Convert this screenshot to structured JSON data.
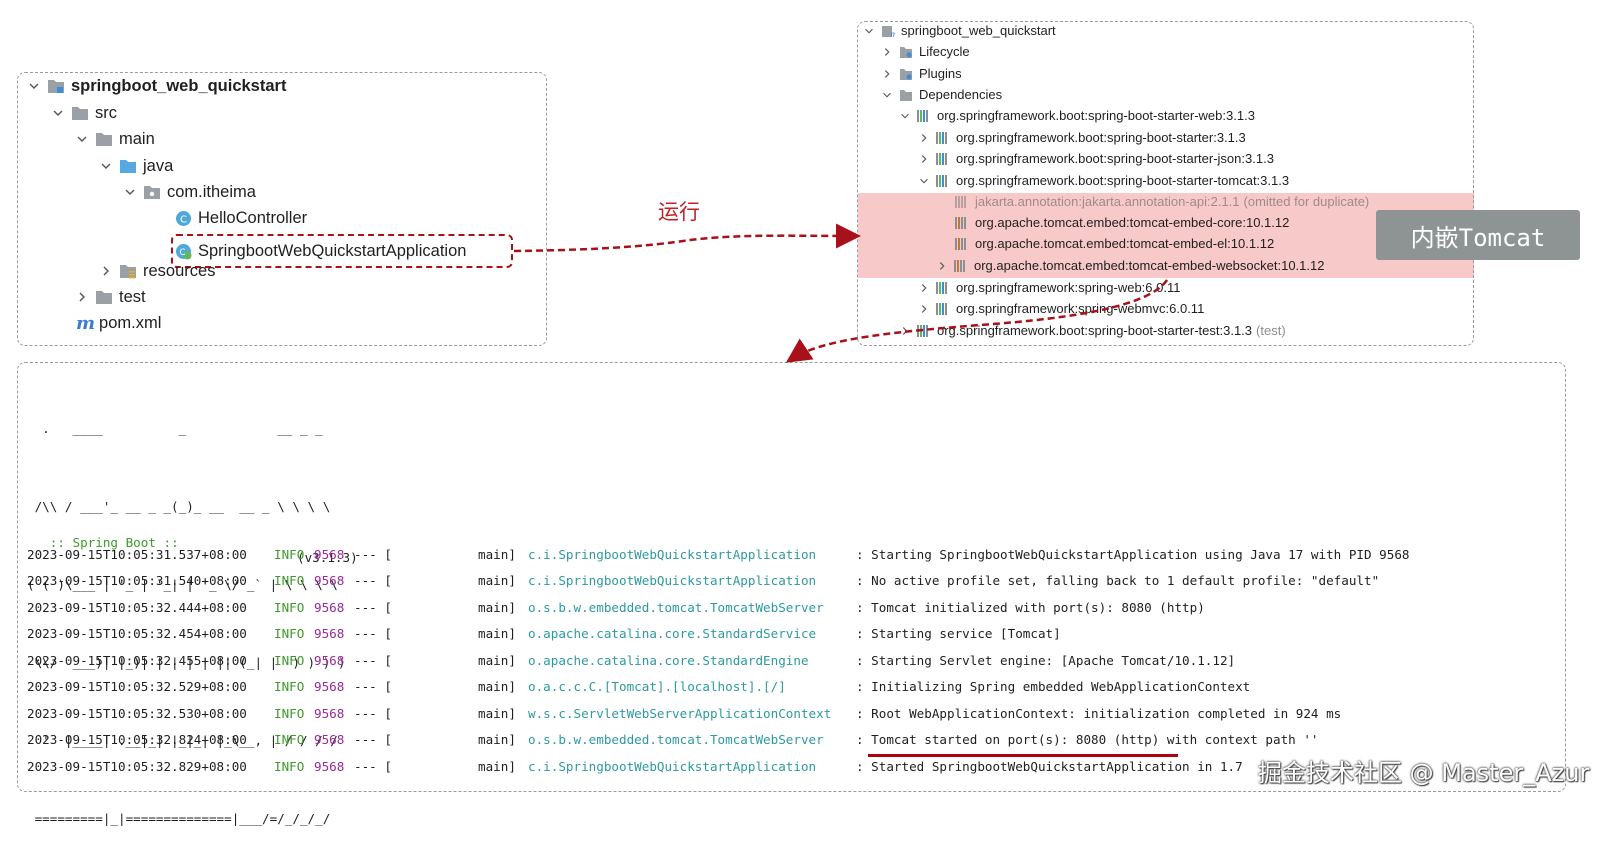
{
  "project_tree": {
    "root": "springboot_web_quickstart",
    "src": "src",
    "main": "main",
    "java": "java",
    "package": "com.itheima",
    "hello_controller": "HelloController",
    "app_class": "SpringbootWebQuickstartApplication",
    "resources": "resources",
    "test": "test",
    "pom": "pom.xml"
  },
  "annotations": {
    "run_label": "运行",
    "embedded_tomcat": "内嵌Tomcat",
    "watermark": "掘金技术社区 @ Master_Azur"
  },
  "maven_tree": {
    "root": "springboot_web_quickstart",
    "lifecycle": "Lifecycle",
    "plugins": "Plugins",
    "dependencies": "Dependencies",
    "items": [
      {
        "text": "org.springframework.boot:spring-boot-starter-web:3.1.3",
        "suffix": ""
      },
      {
        "text": "org.springframework.boot:spring-boot-starter:3.1.3",
        "suffix": ""
      },
      {
        "text": "org.springframework.boot:spring-boot-starter-json:3.1.3",
        "suffix": ""
      },
      {
        "text": "org.springframework.boot:spring-boot-starter-tomcat:3.1.3",
        "suffix": ""
      },
      {
        "text": "jakarta.annotation:jakarta.annotation-api:2.1.1",
        "suffix": "(omitted for duplicate)"
      },
      {
        "text": "org.apache.tomcat.embed:tomcat-embed-core:10.1.12",
        "suffix": ""
      },
      {
        "text": "org.apache.tomcat.embed:tomcat-embed-el:10.1.12",
        "suffix": ""
      },
      {
        "text": "org.apache.tomcat.embed:tomcat-embed-websocket:10.1.12",
        "suffix": ""
      },
      {
        "text": "org.springframework:spring-web:6.0.11",
        "suffix": ""
      },
      {
        "text": "org.springframework:spring-webmvc:6.0.11",
        "suffix": ""
      },
      {
        "text": "org.springframework.boot:spring-boot-starter-test:3.1.3",
        "suffix": "(test)"
      }
    ]
  },
  "console": {
    "banner": [
      "  .   ____          _            __ _ _",
      " /\\\\ / ___'_ __ _ _(_)_ __  __ _ \\ \\ \\ \\",
      "( ( )\\___ | '_ | '_| | '_ \\/ _` | \\ \\ \\ \\",
      " \\\\/  ___)| |_)| | | | | || (_| |  ) ) ) )",
      "  '  |____| .__|_| |_|_| |_\\__, | / / / /",
      " =========|_|==============|___/=/_/_/_/"
    ],
    "spring_boot_label": " :: Spring Boot ::",
    "spring_boot_version": "(v3.1.3)",
    "logs": [
      {
        "ts": "2023-09-15T10:05:31.537+08:00",
        "level": "INFO",
        "pid": "9568",
        "sep": "--- [",
        "thread": "main]",
        "logger": "c.i.SpringbootWebQuickstartApplication",
        "msg": ": Starting SpringbootWebQuickstartApplication using Java 17 with PID 9568"
      },
      {
        "ts": "2023-09-15T10:05:31.540+08:00",
        "level": "INFO",
        "pid": "9568",
        "sep": "--- [",
        "thread": "main]",
        "logger": "c.i.SpringbootWebQuickstartApplication",
        "msg": ": No active profile set, falling back to 1 default profile: \"default\""
      },
      {
        "ts": "2023-09-15T10:05:32.444+08:00",
        "level": "INFO",
        "pid": "9568",
        "sep": "--- [",
        "thread": "main]",
        "logger": "o.s.b.w.embedded.tomcat.TomcatWebServer",
        "msg": ": Tomcat initialized with port(s): 8080 (http)"
      },
      {
        "ts": "2023-09-15T10:05:32.454+08:00",
        "level": "INFO",
        "pid": "9568",
        "sep": "--- [",
        "thread": "main]",
        "logger": "o.apache.catalina.core.StandardService",
        "msg": ": Starting service [Tomcat]"
      },
      {
        "ts": "2023-09-15T10:05:32.455+08:00",
        "level": "INFO",
        "pid": "9568",
        "sep": "--- [",
        "thread": "main]",
        "logger": "o.apache.catalina.core.StandardEngine",
        "msg": ": Starting Servlet engine: [Apache Tomcat/10.1.12]"
      },
      {
        "ts": "2023-09-15T10:05:32.529+08:00",
        "level": "INFO",
        "pid": "9568",
        "sep": "--- [",
        "thread": "main]",
        "logger": "o.a.c.c.C.[Tomcat].[localhost].[/]",
        "msg": ": Initializing Spring embedded WebApplicationContext"
      },
      {
        "ts": "2023-09-15T10:05:32.530+08:00",
        "level": "INFO",
        "pid": "9568",
        "sep": "--- [",
        "thread": "main]",
        "logger": "w.s.c.ServletWebServerApplicationContext",
        "msg": ": Root WebApplicationContext: initialization completed in 924 ms"
      },
      {
        "ts": "2023-09-15T10:05:32.824+08:00",
        "level": "INFO",
        "pid": "9568",
        "sep": "--- [",
        "thread": "main]",
        "logger": "o.s.b.w.embedded.tomcat.TomcatWebServer",
        "msg": ": Tomcat started on port(s): 8080 (http) with context path ''"
      },
      {
        "ts": "2023-09-15T10:05:32.829+08:00",
        "level": "INFO",
        "pid": "9568",
        "sep": "--- [",
        "thread": "main]",
        "logger": "c.i.SpringbootWebQuickstartApplication",
        "msg": ": Started SpringbootWebQuickstartApplication in 1.7"
      }
    ]
  },
  "colors": {
    "highlight": "#f8c9c9",
    "arrow": "#a8101a",
    "info_green": "#3c9a28",
    "pid_purple": "#9a2a9a",
    "logger_teal": "#2e9aa0"
  }
}
